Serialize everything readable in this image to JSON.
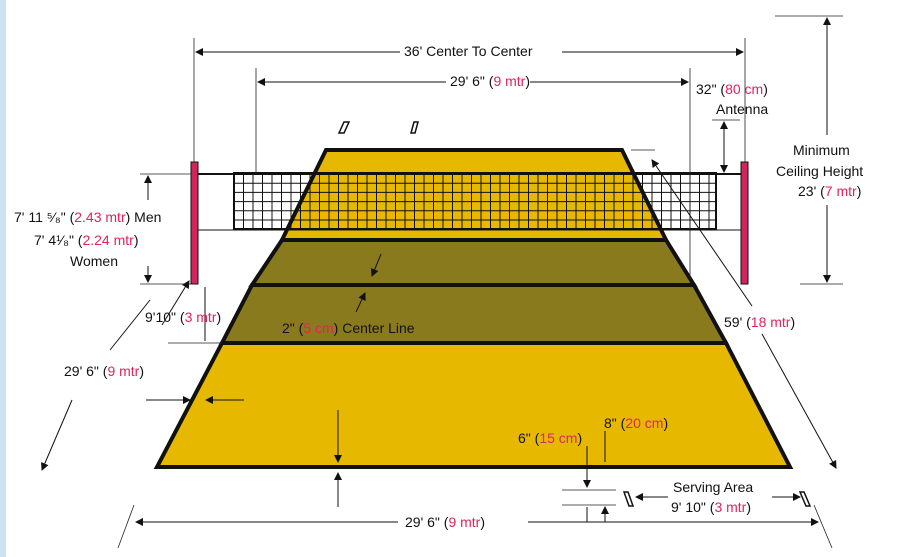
{
  "colors": {
    "court_yellow": "#e6b800",
    "court_olive": "#8a7a1e",
    "court_line": "#111111",
    "post": "#d0265c",
    "metric_text": "#e0245e",
    "frame_left": "#cfe2f0"
  },
  "icons": {
    "antenna_left": "antenna-icon",
    "antenna_right": "antenna-icon",
    "post_left": "net-post-icon",
    "post_right": "net-post-icon"
  },
  "labels": {
    "center_to_center": "36' Center To Center",
    "court_width_top": {
      "imperial": "29' 6\" (",
      "metric": "9 mtr",
      "close": ")"
    },
    "antenna": {
      "imperial": "32\" (",
      "metric": "80 cm",
      "close": ")",
      "name": "Antenna"
    },
    "ceiling": {
      "line1": "Minimum",
      "line2": "Ceiling Height",
      "imperial": "23' (",
      "metric": "7 mtr",
      "close": ")"
    },
    "net_men": {
      "imperial": "7' 11 ⁵⁄₈\" (",
      "metric": "2.43 mtr",
      "close": ") Men"
    },
    "net_women": {
      "imperial": "7' 4¹⁄₈\" (",
      "metric": "2.24 mtr",
      "close": ")",
      "name": "Women"
    },
    "attack_zone": {
      "imperial": "9'10\" (",
      "metric": "3 mtr",
      "close": ")"
    },
    "center_line": {
      "imperial": "2\" (",
      "metric": "5 cm",
      "close": ") Center Line"
    },
    "diagonal": {
      "imperial": "59' (",
      "metric": "18 mtr",
      "close": ")"
    },
    "court_length": {
      "imperial": "29' 6\" (",
      "metric": "9 mtr",
      "close": ")"
    },
    "boundary_line": {
      "imperial": "8\" (",
      "metric": "20 cm",
      "close": ")"
    },
    "end_line": {
      "imperial": "6\" (",
      "metric": "15 cm",
      "close": ")"
    },
    "serving_area": {
      "line1": "Serving Area",
      "imperial": "9' 10\" (",
      "metric": "3 mtr",
      "close": ")"
    },
    "court_width_bottom": {
      "imperial": "29' 6\" (",
      "metric": "9 mtr",
      "close": ")"
    }
  }
}
